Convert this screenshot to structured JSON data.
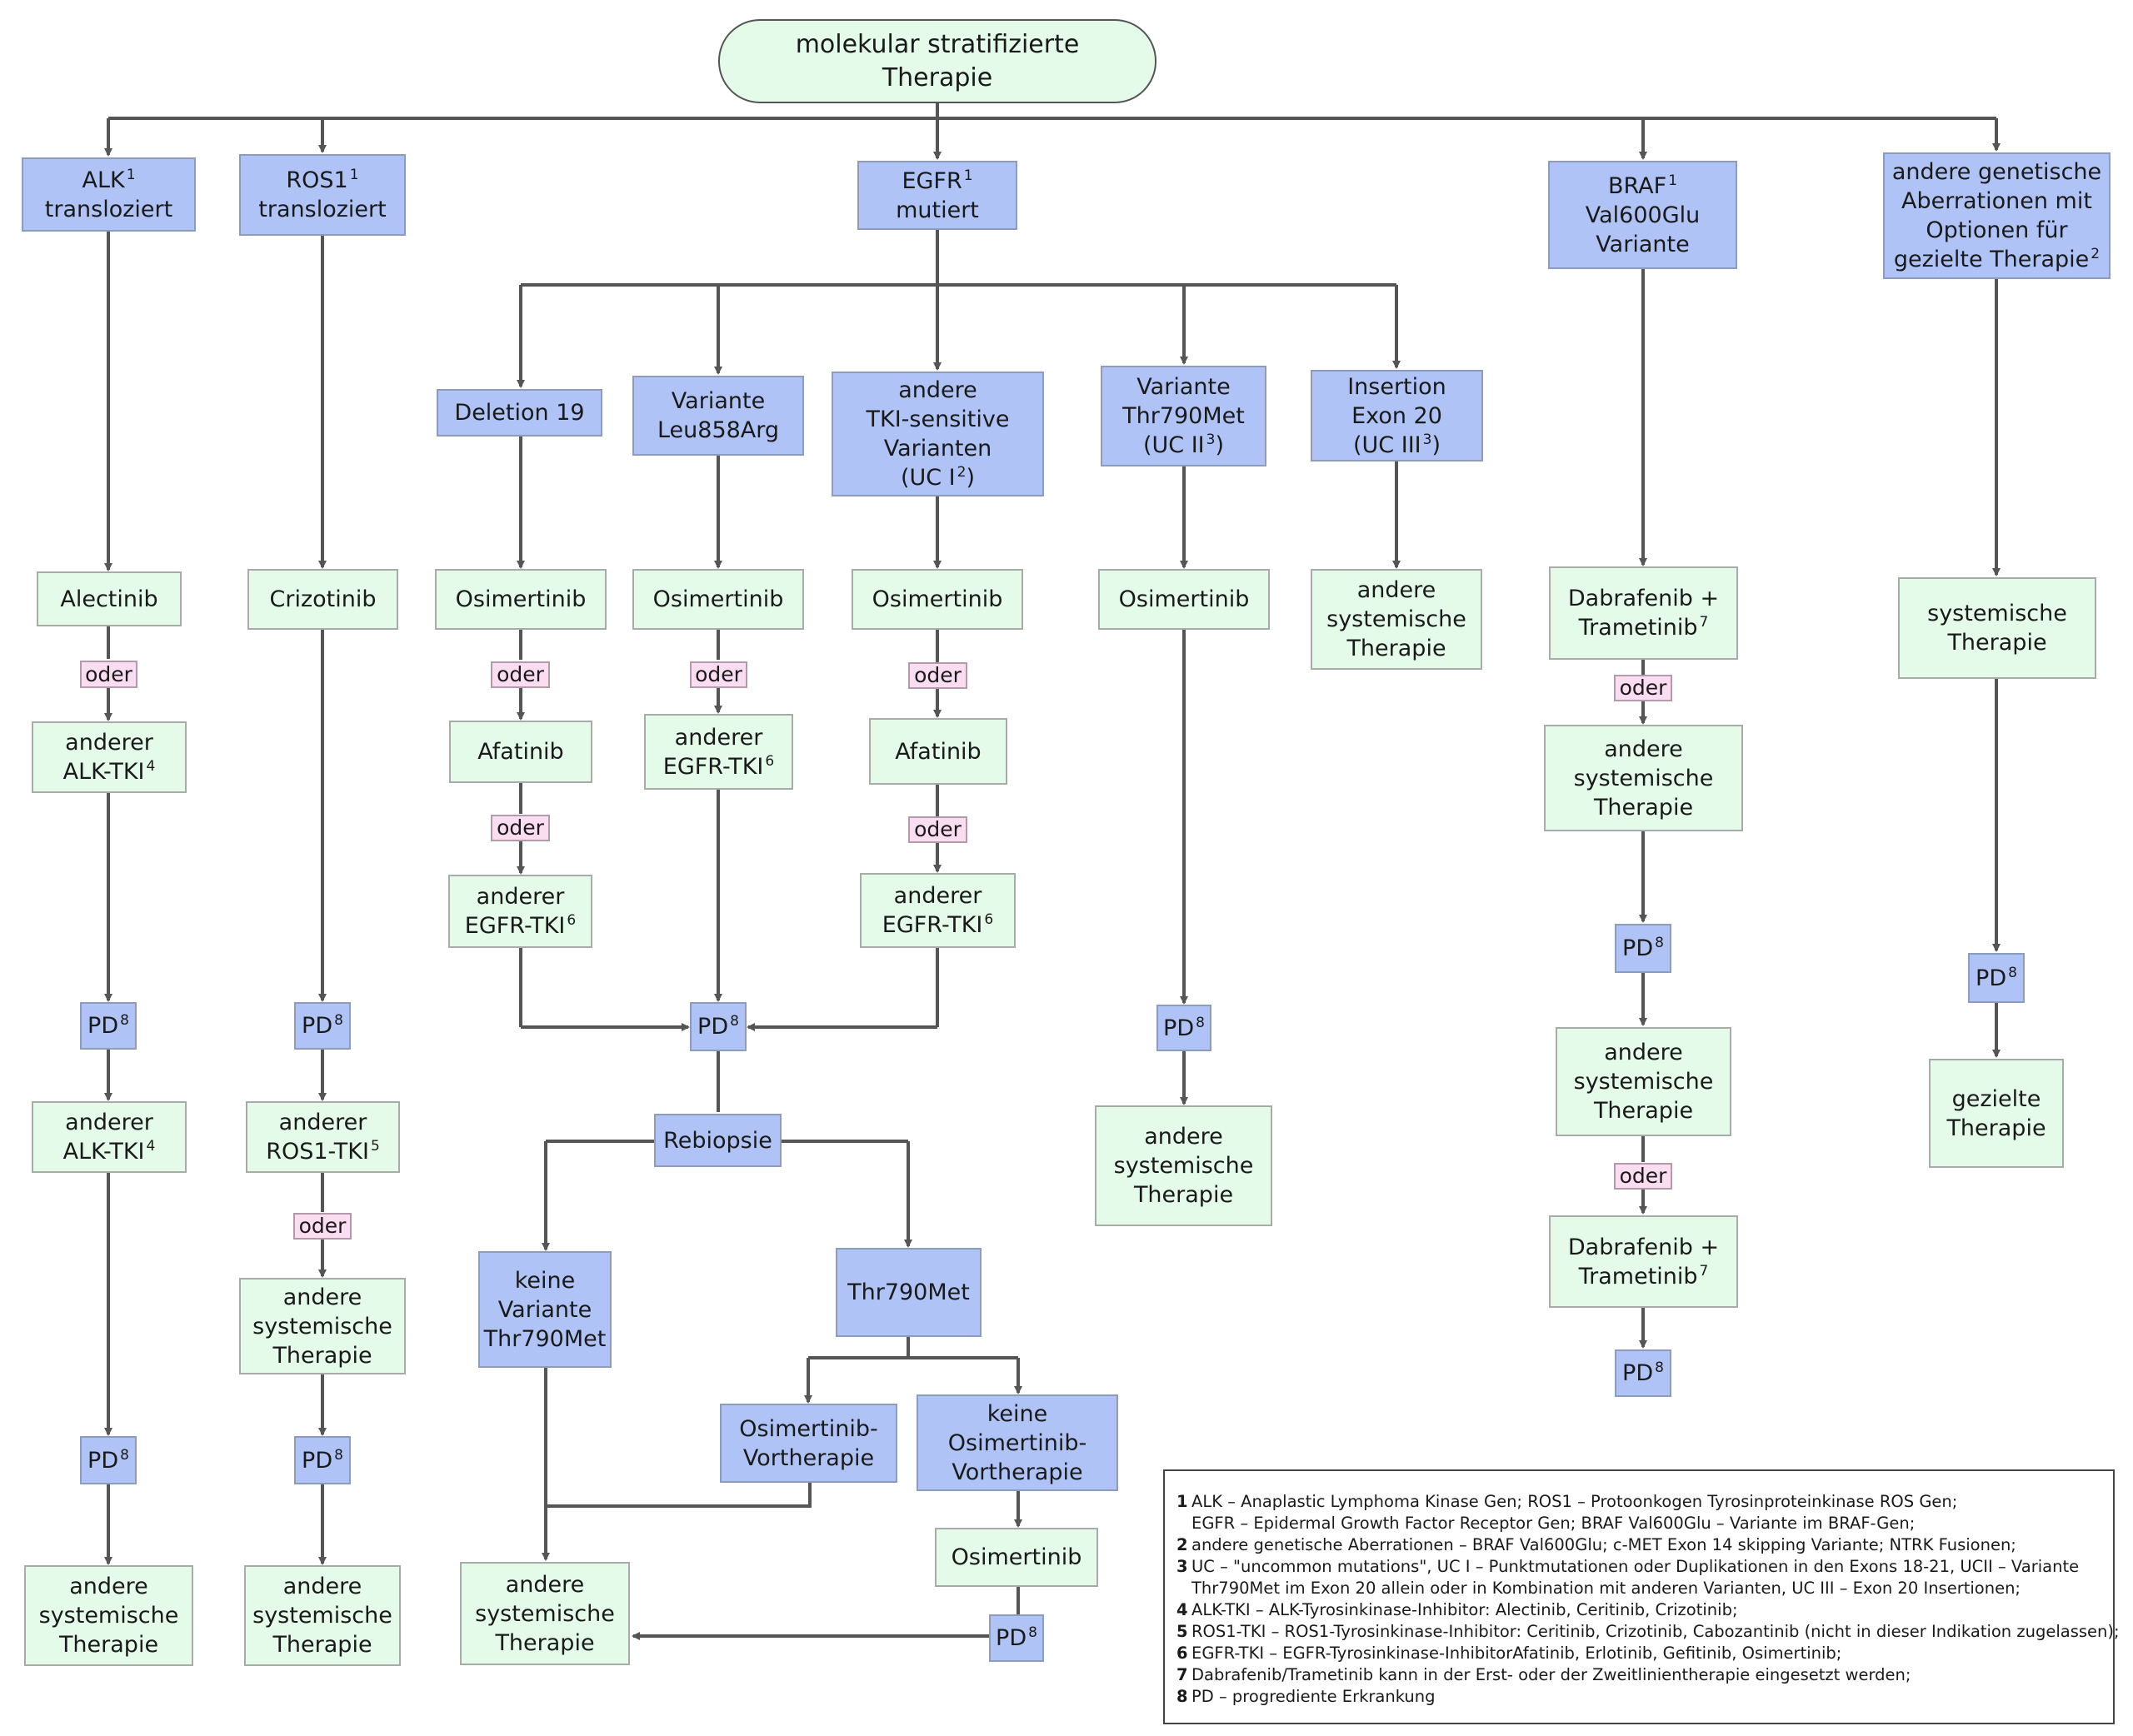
{
  "root": {
    "line1": "molekular stratifizierte",
    "line2": "Therapie"
  },
  "oder_label": "oder",
  "pd": {
    "label": "PD",
    "sup": "8"
  },
  "branches": {
    "alk": {
      "line1": "ALK",
      "sup": "1",
      "line2": "transloziert"
    },
    "ros1": {
      "line1": "ROS1",
      "sup": "1",
      "line2": "transloziert"
    },
    "egfr": {
      "line1": "EGFR",
      "sup": "1",
      "line2": "mutiert"
    },
    "braf": {
      "line1": "BRAF",
      "sup": "1",
      "line2": "Val600Glu",
      "line3": "Variante"
    },
    "other": {
      "line1": "andere genetische",
      "line2": "Aberrationen mit",
      "line3": "Optionen für",
      "line4": "gezielte Therapie",
      "sup": "2"
    }
  },
  "egfr_sub": {
    "del19": "Deletion 19",
    "leu858": {
      "line1": "Variante",
      "line2": "Leu858Arg"
    },
    "tki_sens": {
      "line1": "andere",
      "line2": "TKI-sensitive",
      "line3": "Varianten",
      "line4": "(UC I",
      "sup": "2",
      "line4_end": ")"
    },
    "thr790": {
      "line1": "Variante",
      "line2": "Thr790Met",
      "line3": "(UC II",
      "sup": "3",
      "line3_end": ")"
    },
    "ins20": {
      "line1": "Insertion",
      "line2": "Exon 20",
      "line3": "(UC III",
      "sup": "3",
      "line3_end": ")"
    }
  },
  "therapies": {
    "alectinib": "Alectinib",
    "crizotinib": "Crizotinib",
    "osimertinib": "Osimertinib",
    "afatinib": "Afatinib",
    "anderer_alk": {
      "line1": "anderer",
      "line2": "ALK-TKI",
      "sup": "4"
    },
    "anderer_ros1": {
      "line1": "anderer",
      "line2": "ROS1-TKI",
      "sup": "5"
    },
    "anderer_egfr": {
      "line1": "anderer",
      "line2": "EGFR-TKI",
      "sup": "6"
    },
    "andere_sys": {
      "line1": "andere",
      "line2": "systemische",
      "line3": "Therapie"
    },
    "systemische": {
      "line1": "systemische",
      "line2": "Therapie"
    },
    "gezielte": {
      "line1": "gezielte",
      "line2": "Therapie"
    },
    "dabrafenib": {
      "line1": "Dabrafenib +",
      "line2": "Trametinib",
      "sup": "7"
    }
  },
  "rebiopsie": {
    "label": "Rebiopsie",
    "keine_variante": {
      "line1": "keine",
      "line2": "Variante",
      "line3": "Thr790Met"
    },
    "thr790met": "Thr790Met",
    "osi_vor": {
      "line1": "Osimertinib-",
      "line2": "Vortherapie"
    },
    "keine_osi_vor": {
      "line1": "keine",
      "line2": "Osimertinib-",
      "line3": "Vortherapie"
    }
  },
  "legend": [
    {
      "num": "1",
      "text": "ALK – Anaplastic Lymphoma Kinase Gen; ROS1 – Protoonkogen Tyrosinproteinkinase ROS Gen;\nEGFR – Epidermal Growth Factor Receptor Gen; BRAF Val600Glu – Variante im BRAF-Gen;"
    },
    {
      "num": "2",
      "text": "andere genetische Aberrationen – BRAF Val600Glu; c-MET Exon 14 skipping Variante; NTRK Fusionen;"
    },
    {
      "num": "3",
      "text": "UC – \"uncommon mutations\", UC I – Punktmutationen oder Duplikationen in den Exons 18-21, UCII – Variante\nThr790Met im Exon 20 allein oder in Kombination mit anderen Varianten, UC III – Exon 20 Insertionen;"
    },
    {
      "num": "4",
      "text": "ALK-TKI – ALK-Tyrosinkinase-Inhibitor: Alectinib, Ceritinib, Crizotinib;"
    },
    {
      "num": "5",
      "text": "ROS1-TKI – ROS1-Tyrosinkinase-Inhibitor: Ceritinib, Crizotinib, Cabozantinib (nicht in dieser Indikation zugelassen);"
    },
    {
      "num": "6",
      "text": "EGFR-TKI – EGFR-Tyrosinkinase-InhibitorAfatinib, Erlotinib, Gefitinib, Osimertinib;"
    },
    {
      "num": "7",
      "text": "Dabrafenib/Trametinib kann in der Erst- oder der Zweitlinientherapie eingesetzt werden;"
    },
    {
      "num": "8",
      "text": "PD – progrediente Erkrankung"
    }
  ],
  "colors": {
    "category_blue": "#afc3f6",
    "therapy_green": "#e4fbea",
    "oder_pink": "#fbddf2",
    "connector": "#555555"
  }
}
